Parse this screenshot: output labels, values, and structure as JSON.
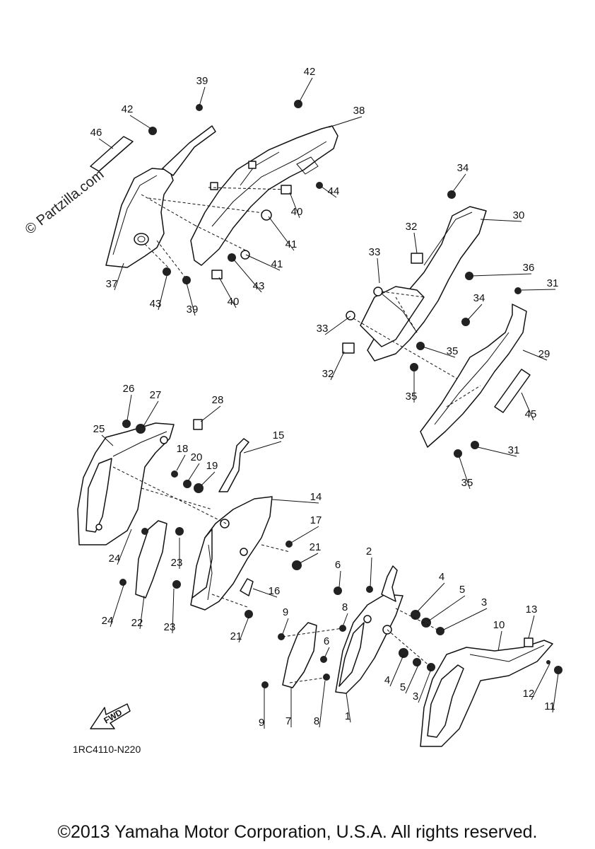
{
  "watermark": "© Partzilla.com",
  "diagram_code": "1RC4110-N220",
  "fwd_label": "FWD",
  "copyright": "©2013 Yamaha Motor Corporation, U.S.A. All rights reserved.",
  "callouts": [
    "39",
    "42",
    "42",
    "46",
    "38",
    "44",
    "40",
    "41",
    "41",
    "43",
    "40",
    "37",
    "43",
    "39",
    "34",
    "30",
    "32",
    "33",
    "36",
    "31",
    "33",
    "34",
    "35",
    "29",
    "32",
    "35",
    "45",
    "31",
    "35",
    "26",
    "27",
    "28",
    "25",
    "15",
    "18",
    "20",
    "19",
    "14",
    "17",
    "24",
    "23",
    "21",
    "24",
    "22",
    "23",
    "21",
    "16",
    "2",
    "6",
    "4",
    "5",
    "3",
    "8",
    "9",
    "13",
    "10",
    "6",
    "4",
    "5",
    "3",
    "12",
    "11",
    "9",
    "7",
    "8",
    "1"
  ]
}
